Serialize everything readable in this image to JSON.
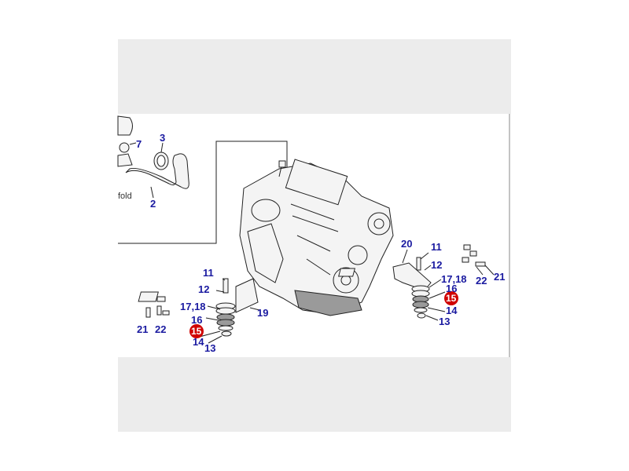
{
  "colors": {
    "callout": "#1a1aa0",
    "highlight": "#d00000",
    "band": "#ececec"
  },
  "inset": {
    "note": "fold",
    "labels": {
      "c7": "7",
      "c3": "3",
      "c2": "2"
    }
  },
  "left_mount": {
    "c11": "11",
    "c12": "12",
    "c1718": "17,18",
    "c16": "16",
    "c15": "15",
    "c14": "14",
    "c13": "13",
    "c19": "19",
    "c21": "21",
    "c22": "22"
  },
  "right_mount": {
    "c20": "20",
    "c11": "11",
    "c12": "12",
    "c1718": "17,18",
    "c16": "16",
    "c15": "15",
    "c14": "14",
    "c13": "13",
    "c22": "22",
    "c21": "21"
  }
}
